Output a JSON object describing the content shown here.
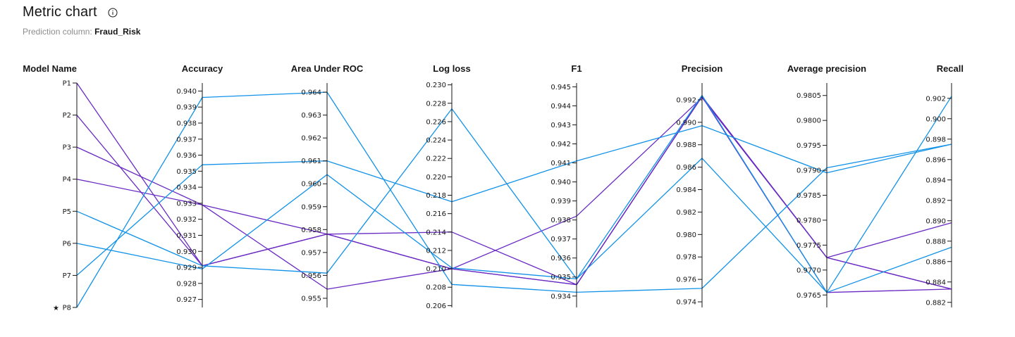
{
  "header": {
    "title": "Metric chart",
    "subtitle_label": "Prediction column:",
    "subtitle_value": "Fraud_Risk"
  },
  "icons": {
    "info": "info-icon",
    "star": "star-icon"
  },
  "colors": {
    "blue": "#1192e8",
    "purple": "#6929c4",
    "axis": "#161616"
  },
  "chart_data": {
    "type": "parallel-coordinates",
    "axes": [
      {
        "key": "model",
        "label": "Model Name",
        "categorical": true,
        "categories": [
          "P1",
          "P2",
          "P3",
          "P4",
          "P5",
          "P6",
          "P7",
          "P8"
        ],
        "starred": "P8"
      },
      {
        "key": "accuracy",
        "label": "Accuracy",
        "range": [
          0.9265,
          0.9405
        ],
        "ticks": [
          "0.927",
          "0.928",
          "0.929",
          "0.930",
          "0.931",
          "0.932",
          "0.933",
          "0.934",
          "0.935",
          "0.936",
          "0.937",
          "0.938",
          "0.939",
          "0.940"
        ]
      },
      {
        "key": "auc",
        "label": "Area Under ROC",
        "range": [
          0.9546,
          0.9644
        ],
        "ticks": [
          "0.955",
          "0.956",
          "0.957",
          "0.958",
          "0.959",
          "0.960",
          "0.961",
          "0.962",
          "0.963",
          "0.964"
        ]
      },
      {
        "key": "logloss",
        "label": "Log loss",
        "range": [
          0.2058,
          0.2302
        ],
        "ticks": [
          "0.206",
          "0.208",
          "0.210",
          "0.212",
          "0.214",
          "0.216",
          "0.218",
          "0.220",
          "0.222",
          "0.224",
          "0.226",
          "0.228",
          "0.230"
        ]
      },
      {
        "key": "f1",
        "label": "F1",
        "range": [
          0.9334,
          0.9452
        ],
        "ticks": [
          "0.934",
          "0.935",
          "0.936",
          "0.937",
          "0.938",
          "0.939",
          "0.940",
          "0.941",
          "0.942",
          "0.943",
          "0.944",
          "0.945"
        ]
      },
      {
        "key": "precision",
        "label": "Precision",
        "range": [
          0.9735,
          0.9935
        ],
        "ticks": [
          "0.974",
          "0.976",
          "0.978",
          "0.980",
          "0.982",
          "0.984",
          "0.986",
          "0.988",
          "0.990",
          "0.992"
        ]
      },
      {
        "key": "avgprec",
        "label": "Average precision",
        "range": [
          0.97625,
          0.98075
        ],
        "ticks": [
          "0.9765",
          "0.9770",
          "0.9775",
          "0.9780",
          "0.9785",
          "0.9790",
          "0.9795",
          "0.9800",
          "0.9805"
        ]
      },
      {
        "key": "recall",
        "label": "Recall",
        "range": [
          0.8815,
          0.9035
        ],
        "ticks": [
          "0.882",
          "0.884",
          "0.886",
          "0.888",
          "0.890",
          "0.892",
          "0.894",
          "0.896",
          "0.898",
          "0.900",
          "0.902"
        ]
      }
    ],
    "series": [
      {
        "model": "P1",
        "color": "purple",
        "values": [
          0.9291,
          0.9578,
          0.21,
          0.9346,
          0.9923,
          0.97725,
          0.8833
        ]
      },
      {
        "model": "P2",
        "color": "purple",
        "values": [
          0.9291,
          0.9578,
          0.21,
          0.9346,
          0.9923,
          0.97725,
          0.8833
        ]
      },
      {
        "model": "P3",
        "color": "purple",
        "values": [
          0.9329,
          0.9554,
          0.21,
          0.9382,
          0.9922,
          0.97725,
          0.8898
        ]
      },
      {
        "model": "P4",
        "color": "purple",
        "values": [
          0.9329,
          0.9578,
          0.214,
          0.9346,
          0.9923,
          0.97655,
          0.8833
        ]
      },
      {
        "model": "P5",
        "color": "blue",
        "values": [
          0.9291,
          0.9561,
          0.2274,
          0.9349,
          0.9924,
          0.97655,
          0.8874
        ]
      },
      {
        "model": "P6",
        "color": "blue",
        "values": [
          0.9289,
          0.9604,
          0.2101,
          0.9349,
          0.9868,
          0.97655,
          0.9022
        ]
      },
      {
        "model": "P7",
        "color": "blue",
        "values": [
          0.9354,
          0.961,
          0.2173,
          0.9411,
          0.9897,
          0.97895,
          0.8975
        ]
      },
      {
        "model": "P8",
        "color": "blue",
        "values": [
          0.9396,
          0.964,
          0.2083,
          0.9342,
          0.9752,
          0.97905,
          0.8975
        ]
      }
    ]
  }
}
